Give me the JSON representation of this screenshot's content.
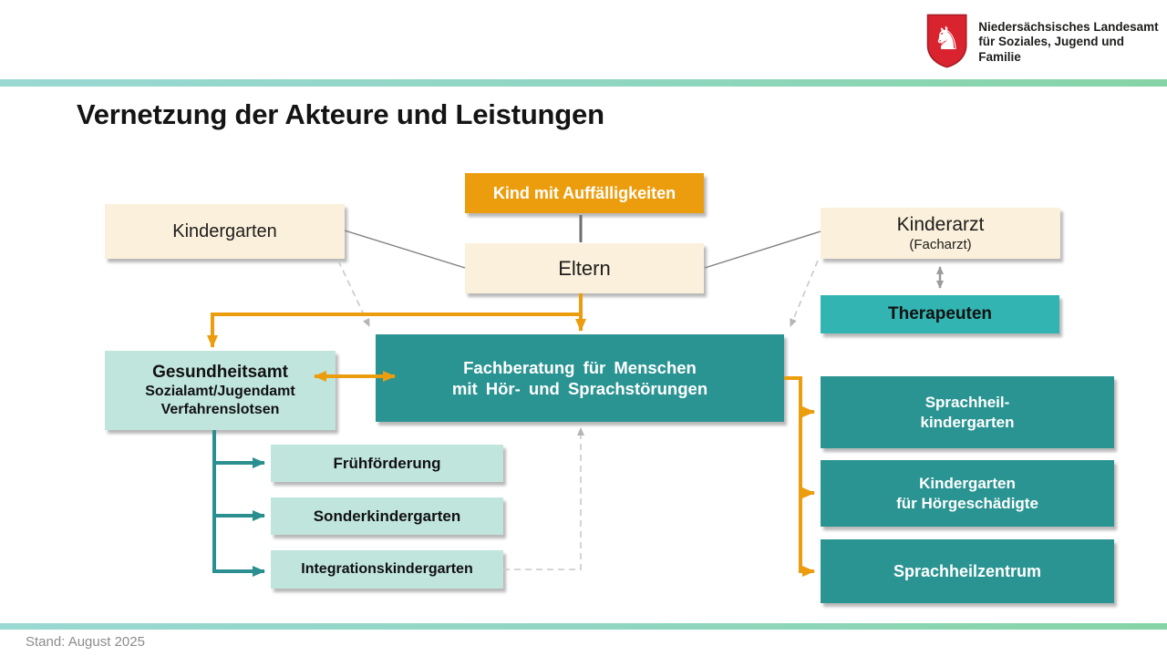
{
  "header": {
    "org_line1": "Niedersächsisches Landesamt",
    "org_line2": "für Soziales, Jugend und Familie",
    "logo": "niedersachsen-horse-crest-icon"
  },
  "title": "Vernetzung der Akteure und Leistungen",
  "footer": {
    "status": "Stand: August 2025"
  },
  "colors": {
    "accent_orange": "#ec9d0e",
    "teal_dark": "#2a9492",
    "teal_mid": "#32b5b2",
    "teal_light": "#c0e5dd",
    "teal_line": "#2b8f90",
    "cream": "#fbf0db",
    "header_bar_left": "#9ad8d3",
    "header_bar_right": "#86d4a5",
    "crest_red": "#d9232e"
  },
  "nodes": {
    "kind": {
      "label": "Kind mit Auffälligkeiten"
    },
    "kindergarten": {
      "label": "Kindergarten"
    },
    "eltern": {
      "label": "Eltern"
    },
    "kinderarzt": {
      "line1": "Kinderarzt",
      "line2": "(Facharzt)"
    },
    "therapeuten": {
      "label": "Therapeuten"
    },
    "gesundheitsamt": {
      "line1": "Gesundheitsamt",
      "line2": "Sozialamt/Jugendamt",
      "line3": "Verfahrenslotsen"
    },
    "fachberatung": {
      "line1": "Fachberatung für Menschen",
      "line2": "mit Hör- und Sprachstörungen"
    },
    "fruehfoerderung": {
      "label": "Frühförderung"
    },
    "sonderkindergarten": {
      "label": "Sonderkindergarten"
    },
    "integrationskindergarten": {
      "label": "Integrationskindergarten"
    },
    "sprachheilkindergarten": {
      "line1": "Sprachheil-",
      "line2": "kindergarten"
    },
    "kindergarten_hoergeschaedigte": {
      "line1": "Kindergarten",
      "line2": "für Hörgeschädigte"
    },
    "sprachheilzentrum": {
      "label": "Sprachheilzentrum"
    }
  }
}
